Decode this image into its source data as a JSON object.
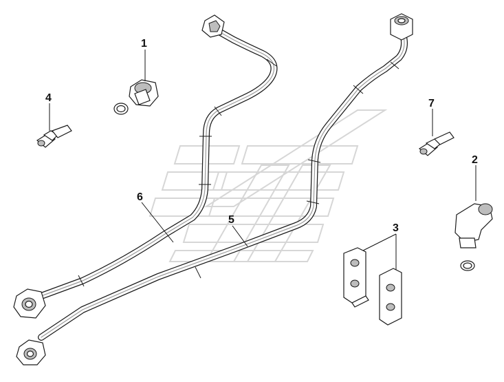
{
  "callouts": {
    "c1": "1",
    "c2": "2",
    "c3": "3",
    "c4": "4",
    "c5": "5",
    "c6": "6",
    "c7": "7"
  },
  "colors": {
    "line": "#1a1a1a",
    "shade": "#bdbdbd",
    "watermark": "#d6d6d6",
    "background": "#ffffff"
  }
}
